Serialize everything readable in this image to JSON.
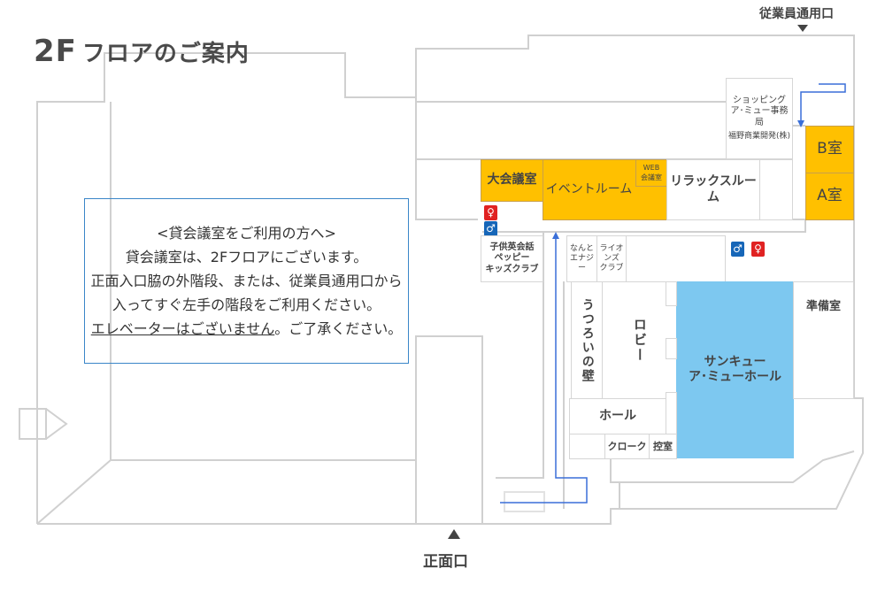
{
  "title": {
    "floor": "2F",
    "text": "フロアのご案内"
  },
  "entrances": {
    "staff": "従業員通用口",
    "main": "正面口"
  },
  "notice": {
    "heading": "<貸会議室をご利用の方へ>",
    "lines": [
      "貸会議室は、2Fフロアにございます。",
      "正面入口脇の外階段、または、従業員通用口から",
      "入ってすぐ左手の階段をご利用ください。"
    ],
    "underlined": "エレベーターはございません",
    "tail": "。ご了承ください。"
  },
  "rooms": {
    "large_conf": "大会議室",
    "event": "イベントルーム",
    "web_conf_1": "WEB",
    "web_conf_2": "会議室",
    "relax": "リラックスルーム",
    "b_room": "B室",
    "a_room": "A室",
    "office_1": "ショッピング",
    "office_2": "ア･ミュー事務局",
    "office_3": "福野商業開発(株)",
    "kids_1": "子供英会話",
    "kids_2": "ペッピー",
    "kids_3": "キッズクラブ",
    "nanto_1": "なんと",
    "nanto_2": "エナジー",
    "lions_1": "ライオンズ",
    "lions_2": "クラブ",
    "wall": "うつろいの壁",
    "lobby": "ロビー",
    "hall_main_1": "サンキュー",
    "hall_main_2": "ア･ミューホール",
    "prep": "準備室",
    "hall": "ホール",
    "cloak": "クローク",
    "waiting": "控室"
  },
  "colors": {
    "rental": "#FFC000",
    "hall": "#7DC8F0",
    "route": "#3a6fd8",
    "female": "#e02222",
    "male": "#1666b8"
  }
}
